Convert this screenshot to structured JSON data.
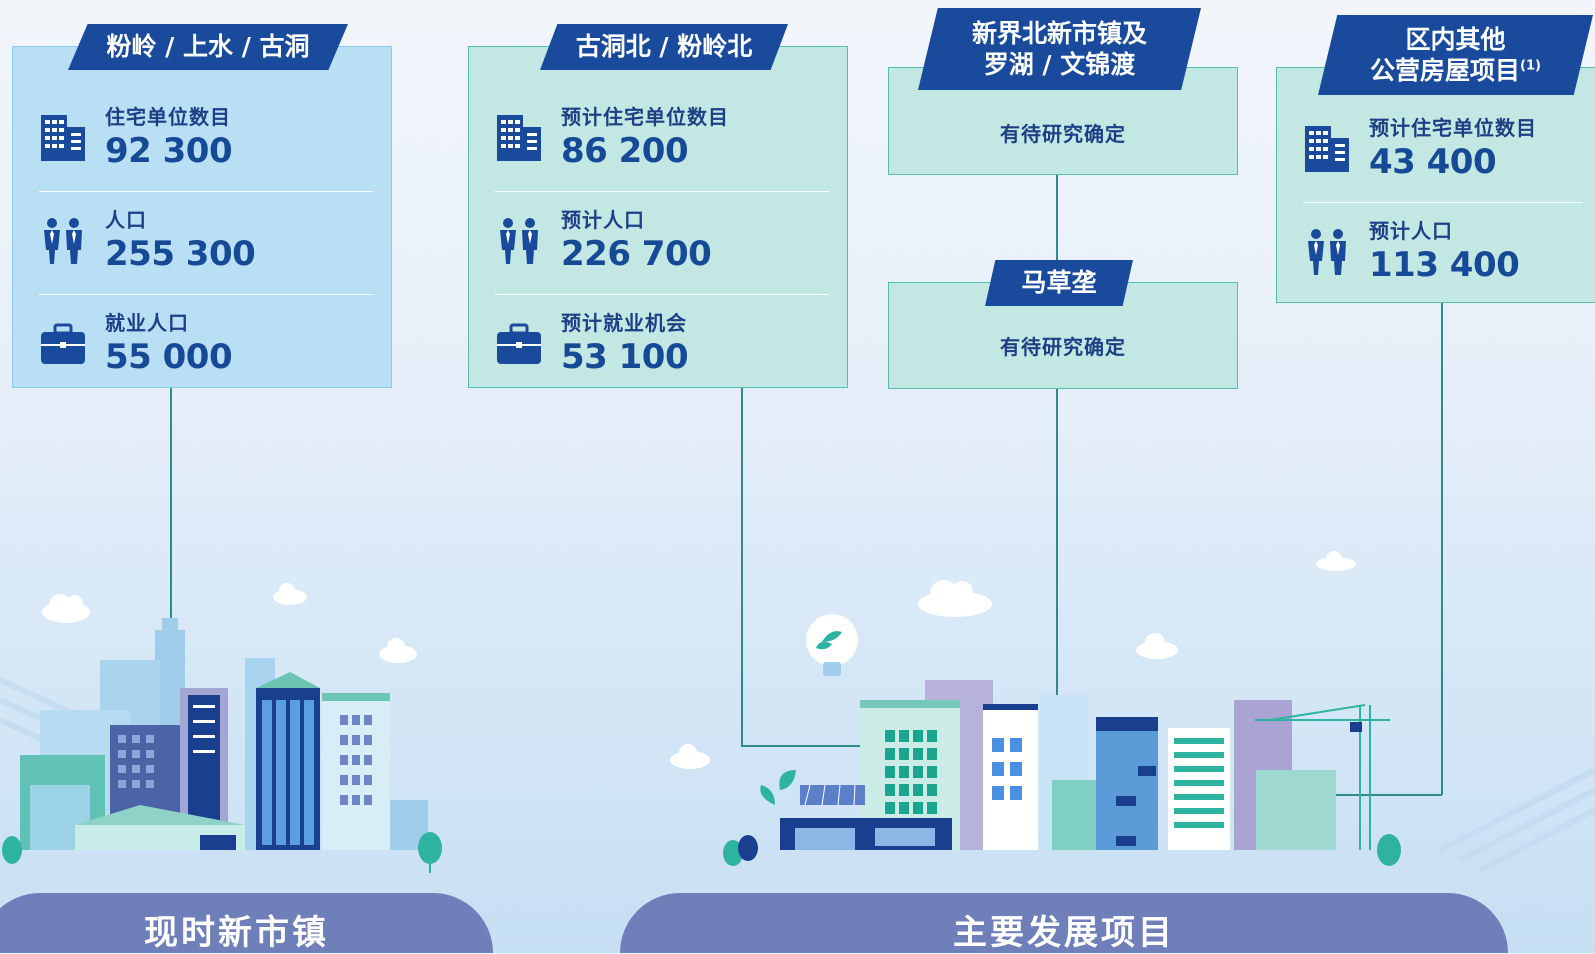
{
  "panels": [
    {
      "tag": "粉岭 / 上水 / 古洞",
      "rows": [
        {
          "label": "住宅单位数目",
          "value": "92 300",
          "icon": "building-icon"
        },
        {
          "label": "人口",
          "value": "255 300",
          "icon": "people-icon"
        },
        {
          "label": "就业人口",
          "value": "55 000",
          "icon": "briefcase-icon"
        }
      ]
    },
    {
      "tag": "古洞北 / 粉岭北",
      "rows": [
        {
          "label": "预计住宅单位数目",
          "value": "86 200",
          "icon": "building-icon"
        },
        {
          "label": "预计人口",
          "value": "226 700",
          "icon": "people-icon"
        },
        {
          "label": "预计就业机会",
          "value": "53 100",
          "icon": "briefcase-icon"
        }
      ]
    },
    {
      "tag_line1": "新界北新市镇及",
      "tag_line2": "罗湖 / 文锦渡",
      "status": "有待研究确定"
    },
    {
      "tag": "马草垄",
      "status": "有待研究确定"
    },
    {
      "tag_line1": "区内其他",
      "tag_line2": "公营房屋项目",
      "tag_note": "(1)",
      "rows": [
        {
          "label": "预计住宅单位数目",
          "value": "43 400",
          "icon": "building-icon"
        },
        {
          "label": "预计人口",
          "value": "113 400",
          "icon": "people-icon"
        }
      ]
    }
  ],
  "footer": {
    "left": "现时新市镇",
    "right": "主要发展项目"
  },
  "colors": {
    "navy": "#1a4a9b",
    "blue_panel": "#b9dff5",
    "teal_panel": "#c3e7e2",
    "hill": "#6f7fba"
  }
}
